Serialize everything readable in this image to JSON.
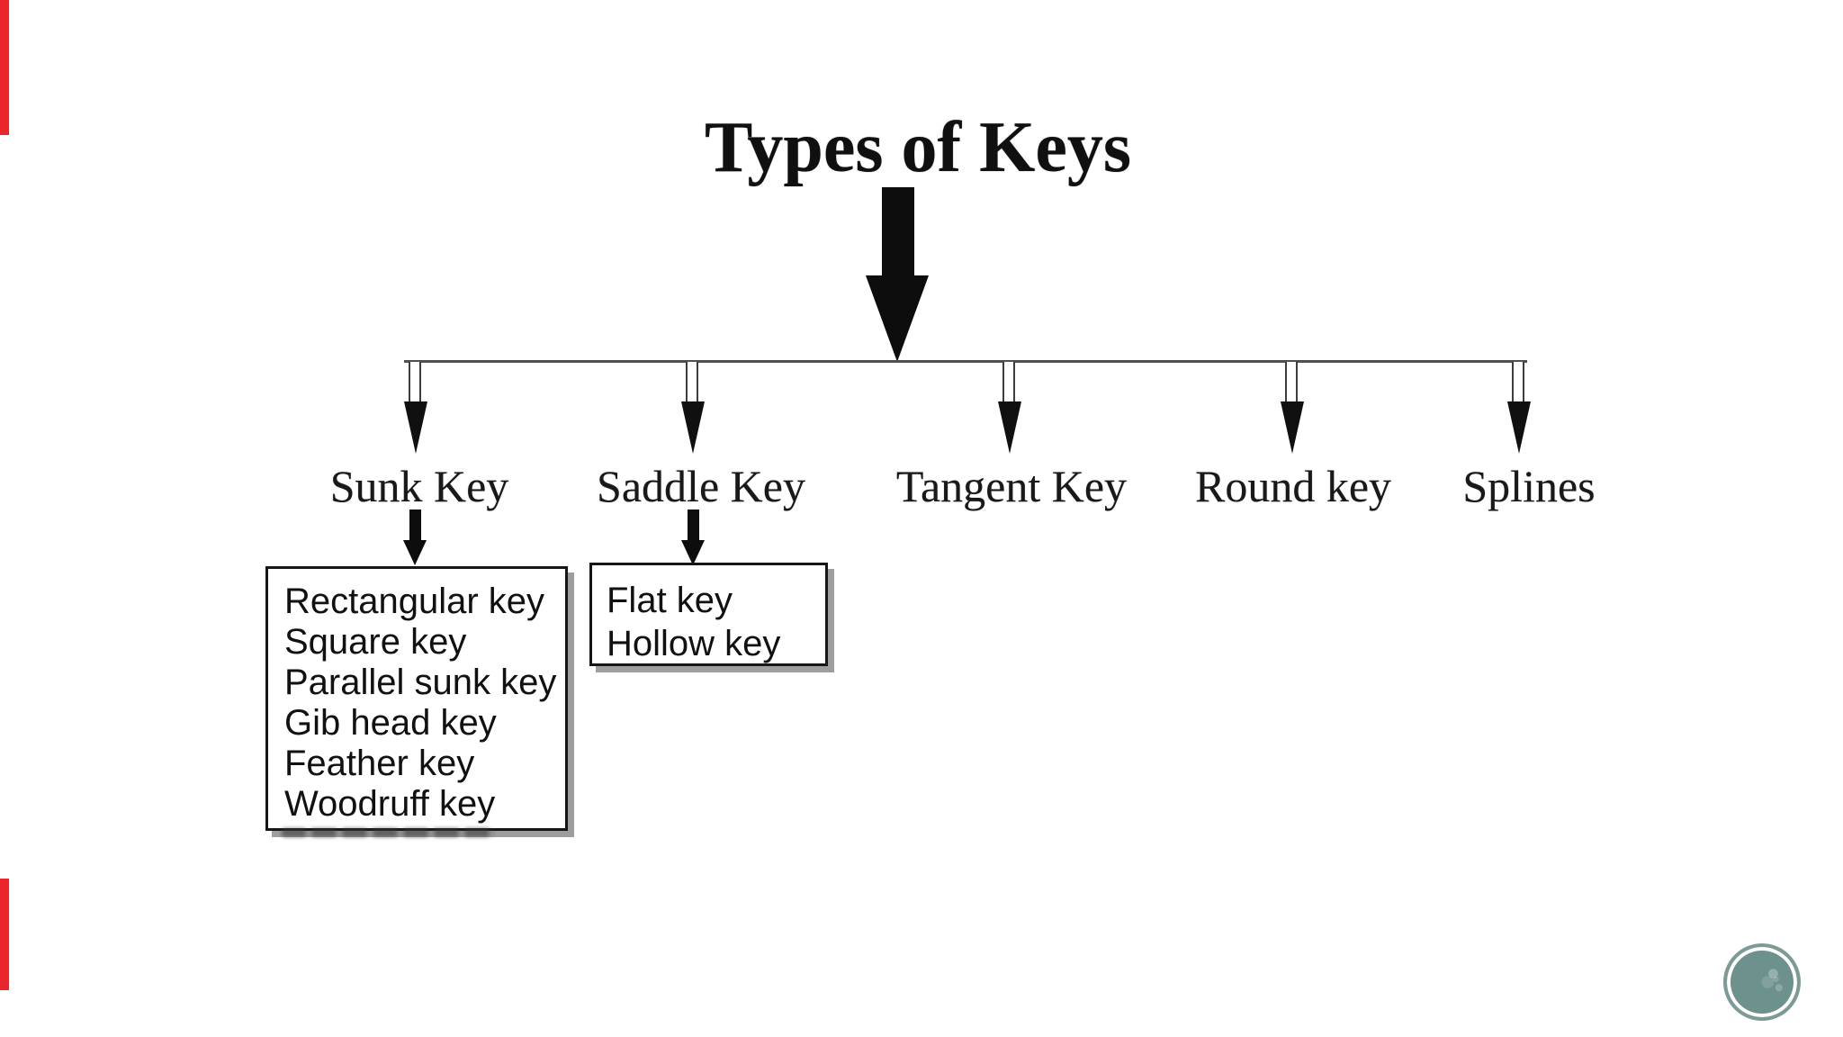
{
  "page": {
    "background_color": "#ffffff",
    "accent_bar_color": "#e8262b",
    "line_color": "#4f4f4f",
    "text_color": "#111111"
  },
  "diagram": {
    "title": "Types of Keys",
    "branches": [
      {
        "label": "Sunk Key"
      },
      {
        "label": "Saddle Key"
      },
      {
        "label": "Tangent Key"
      },
      {
        "label": "Round key"
      },
      {
        "label": "Splines"
      }
    ],
    "sunk_box": {
      "items": [
        "Rectangular key",
        "Square key",
        "Parallel sunk key",
        "Gib head key",
        "Feather key",
        "Woodruff key"
      ]
    },
    "saddle_box": {
      "items": [
        "Flat key",
        "Hollow key"
      ]
    }
  },
  "badge": {
    "ring_color": "#7d9b96",
    "fill_color": "#6d918c"
  }
}
